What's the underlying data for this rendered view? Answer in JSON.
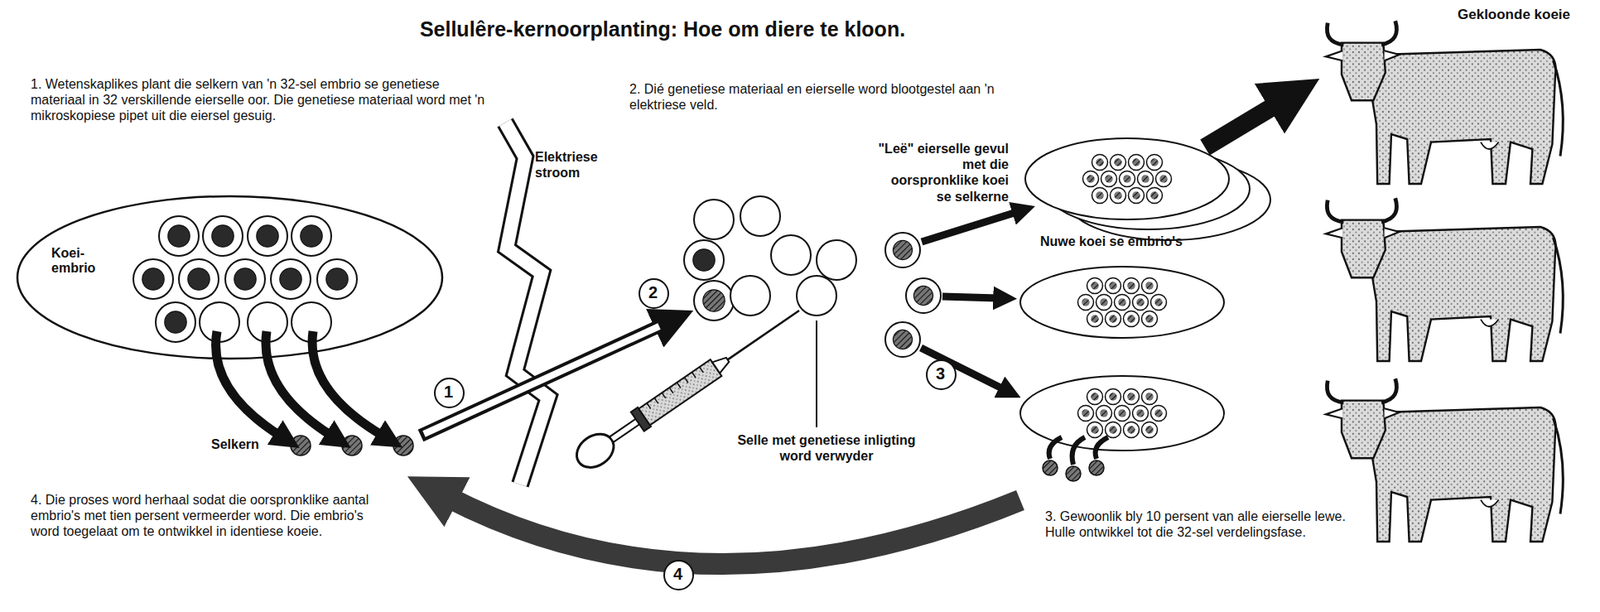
{
  "diagram": {
    "title": "Sellulêre-kernoorplanting: Hoe om diere te kloon.",
    "nodes": [
      {
        "text": [
          "Koei-embrio"
        ]
      },
      {
        "text": [
          "1"
        ]
      },
      {
        "text": [
          "2"
        ]
      },
      {
        "text": [
          "3"
        ]
      },
      {
        "text": [
          "4"
        ]
      }
    ],
    "labels": [
      "1. Wetenskaplikes plant die selkern van 'n 32-sel embrio se genetiese materiaal in 32 verskillende eierselle oor. Die genetiese materiaal word met 'n mikroskopiese pipet uit die eiersel gesuig.",
      "2. Dié genetiese materiaal en eierselle word blootgestel aan 'n elektriese veld.",
      "Elektriese stroom",
      "Selkern",
      "Selle met genetiese inligting word verwyder",
      "\"Leë\" eierselle gevul met die oorspronklike koei se selkerne",
      "Nuwe koei se embrio's",
      "Gekloonde koeie",
      "3. Gewoonlik bly 10 persent van alle eierselle lewe. Hulle ontwikkel tot die 32-sel verdelingsfase.",
      "4. Die proses word herhaal sodat die oorspronklike aantal embrio's met tien persent vermeerder word. Die embrio's word toegelaat om te ontwikkel in identiese koeie."
    ]
  }
}
